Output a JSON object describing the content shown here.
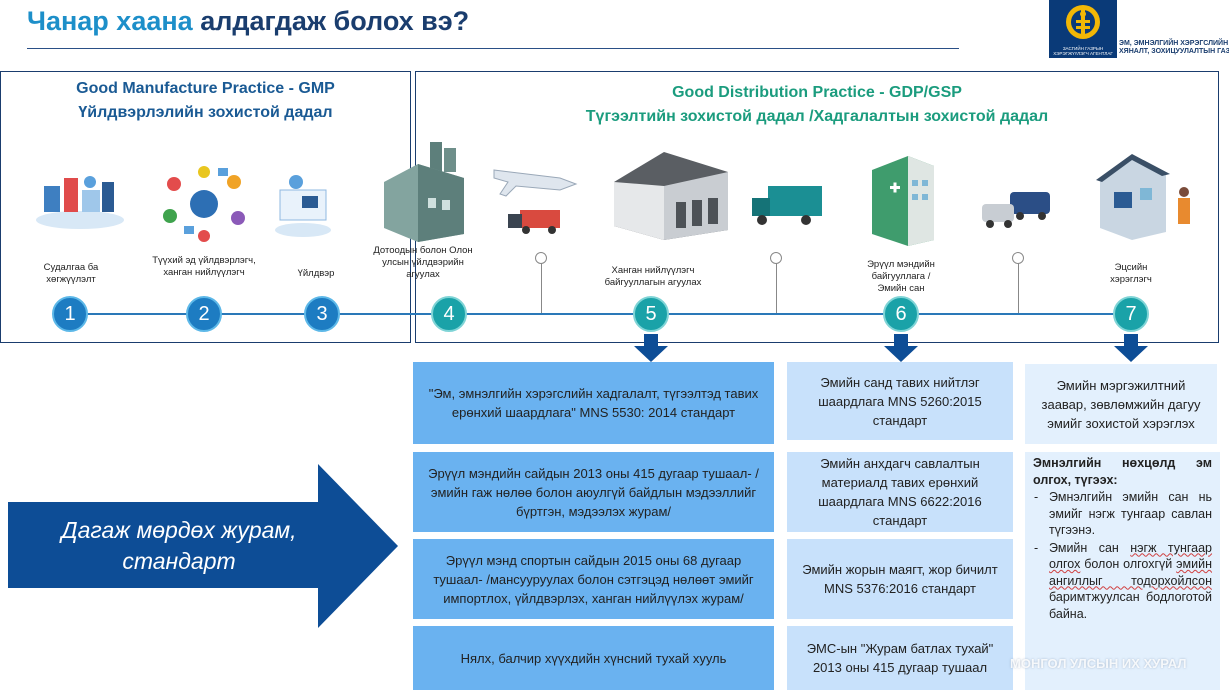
{
  "header": {
    "title_part1": "Чанар хаана",
    "title_part2": "алдагдаж болох вэ?",
    "logo_text_line1": "ЭМ, ЭМНЭЛГИЙН ХЭРЭГСЛИЙН",
    "logo_text_line2": "ХЯНАЛТ, ЗОХИЦУУЛАЛТЫН ГАЗАР",
    "logo_sub": "ЗАСГИЙН ГАЗРЫН ХЭРЭГЖҮҮЛЭГЧ АГЕНТЛАГ"
  },
  "gmp": {
    "heading": "Good Manufacture Practice - GMP",
    "subheading": "Үйлдвэрлэлийн зохистой дадал"
  },
  "gdp": {
    "heading": "Good Distribution Practice - GDP/GSP",
    "subheading": "Түгээлтийн зохистой дадал /Хадгалалтын зохистой дадал"
  },
  "steps": [
    {
      "number": "1",
      "caption": "Судалгаа ба хөгжүүлэлт"
    },
    {
      "number": "2",
      "caption": "Түүхий эд үйлдвэрлэгч, ханган нийлүүлэгч"
    },
    {
      "number": "3",
      "caption": "Үйлдвэр"
    },
    {
      "number": "4",
      "caption": "Дотоодын болон Олон улсын үйлдвэрийн агуулах"
    },
    {
      "number": "5",
      "caption": "Ханган нийлүүлэгч байгууллагын агуулах"
    },
    {
      "number": "6",
      "caption": "Эрүүл мэндийн байгууллага / Эмийн сан"
    },
    {
      "number": "7",
      "caption": "Эцсийн хэрэглэгч"
    }
  ],
  "big_arrow_label": "Дагаж мөрдөх журам, стандарт",
  "col5_boxes": [
    "\"Эм, эмнэлгийн хэрэгслийн хадгалалт, түгээлтэд тавих ерөнхий шаардлага\" MNS 5530: 2014 стандарт",
    "Эрүүл мэндийн сайдын 2013 оны 415 дугаар тушаал- /эмийн гаж нөлөө болон аюулгүй байдлын мэдээллийг бүртгэн, мэдээлэх журам/",
    "Эрүүл мэнд спортын сайдын 2015 оны 68 дугаар тушаал- /мансууруулах болон сэтгэцэд нөлөөт эмийг импортлох, үйлдвэрлэх, ханган нийлүүлэх журам/",
    "Нялх, балчир хүүхдийн хүнсний тухай хууль"
  ],
  "col6_boxes": [
    "Эмийн санд тавих нийтлэг шаардлага MNS 5260:2015 стандарт",
    "Эмийн анхдагч савлалтын материалд тавих ерөнхий шаардлага MNS 6622:2016 стандарт",
    "Эмийн жорын маягт, жор бичилт MNS 5376:2016 стандарт",
    "ЭМС-ын \"Журам батлах тухай\" 2013 оны 415 дугаар тушаал"
  ],
  "col7_box": "Эмийн мэргэжилтний заавар, зөвлөмжийн дагуу эмийг зохистой хэрэглэх",
  "col7_note": {
    "heading": "Эмнэлгийн нөхцөлд эм олгох, түгээх:",
    "item1": "Эмнэлгийн эмийн сан нь эмийг нэгж тунгаар савлан түгээнэ.",
    "item2_p1": "Эмийн сан ",
    "item2_p2": "нэгж тунгаар олгох",
    "item2_p3": " болон олгохгүй ",
    "item2_p4": "эмийн ангиллыг тодорхойлсон",
    "item2_p5": " баримтжуулсан бодлоготой байна."
  },
  "watermark": "МОНГОЛ УЛСЫН ИХ ХУРАЛ",
  "colors": {
    "title_light": "#1d8fc9",
    "title_dark": "#1a3d6e",
    "gdp_heading": "#1b9c7e",
    "node_blue": "#1d7cc2",
    "node_teal": "#1aa2a8",
    "box_dark": "#6ab2f0",
    "box_light": "#c8e1fb",
    "arrow": "#0d4d96"
  }
}
